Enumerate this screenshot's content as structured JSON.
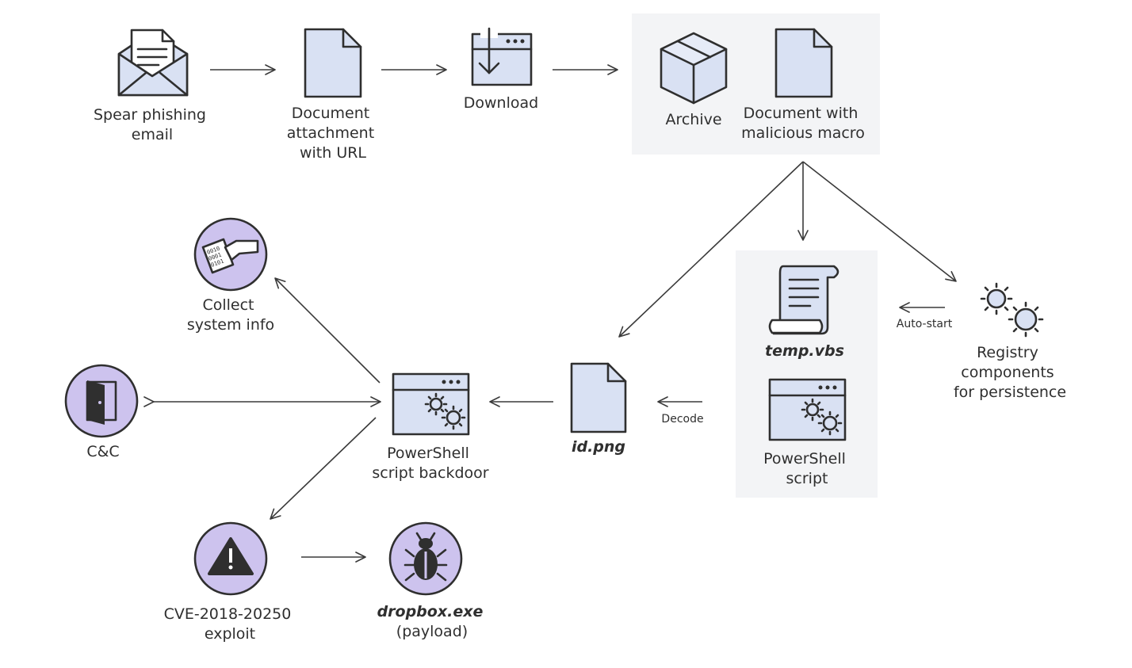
{
  "nodes": {
    "spear_phishing": {
      "line1": "Spear phishing",
      "line2": "email"
    },
    "document_attachment": {
      "line1": "Document",
      "line2": "attachment",
      "line3": "with URL"
    },
    "download": {
      "label": "Download"
    },
    "archive": {
      "label": "Archive"
    },
    "malicious_document": {
      "line1": "Document with",
      "line2": "malicious macro"
    },
    "temp_vbs": {
      "label": "temp.vbs"
    },
    "powershell_script": {
      "line1": "PowerShell",
      "line2": "script"
    },
    "registry": {
      "line1": "Registry",
      "line2": "components",
      "line3": "for persistence"
    },
    "id_png": {
      "label": "id.png"
    },
    "backdoor": {
      "line1": "PowerShell",
      "line2": "script backdoor"
    },
    "collect_info": {
      "line1": "Collect",
      "line2": "system info"
    },
    "cnc": {
      "label": "C&C"
    },
    "exploit": {
      "line1": "CVE-2018-20250",
      "line2": "exploit"
    },
    "payload": {
      "line1": "dropbox.exe",
      "line2": "(payload)"
    }
  },
  "edge_labels": {
    "auto_start": "Auto-start",
    "decode": "Decode"
  },
  "icons": {
    "spear_phishing": "envelope-icon",
    "document_attachment": "document-icon",
    "download": "download-window-icon",
    "archive": "box-icon",
    "malicious_document": "document-icon",
    "temp_vbs": "scroll-icon",
    "powershell_script": "gear-window-icon",
    "registry": "gears-icon",
    "id_png": "document-icon",
    "backdoor": "gear-window-icon",
    "collect_info": "data-hand-icon",
    "cnc": "door-icon",
    "exploit": "warning-icon",
    "payload": "bug-icon"
  },
  "colors": {
    "icon_fill": "#d9e1f3",
    "circle_fill": "#cdc3ee",
    "outline": "#2f2f2f",
    "group_background": "#f3f4f6"
  }
}
